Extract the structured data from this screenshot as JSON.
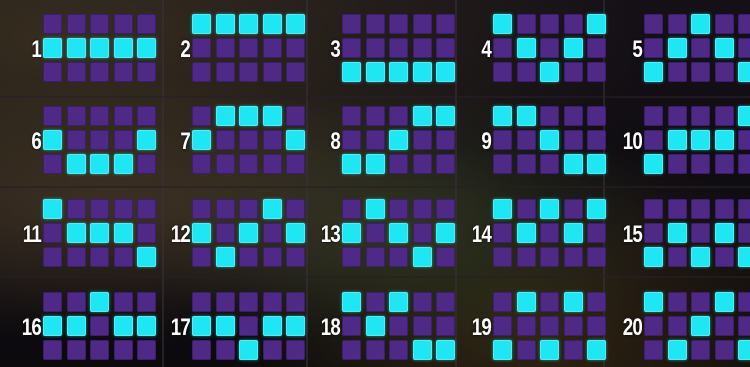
{
  "colors": {
    "active": "#1ee6f2",
    "inactive": "#4e2a86",
    "label": "#ffffff"
  },
  "paylines": [
    {
      "label": "1",
      "rows": [
        1,
        1,
        1,
        1,
        1
      ]
    },
    {
      "label": "2",
      "rows": [
        0,
        0,
        0,
        0,
        0
      ]
    },
    {
      "label": "3",
      "rows": [
        2,
        2,
        2,
        2,
        2
      ]
    },
    {
      "label": "4",
      "rows": [
        0,
        1,
        2,
        1,
        0
      ]
    },
    {
      "label": "5",
      "rows": [
        2,
        1,
        0,
        1,
        2
      ]
    },
    {
      "label": "6",
      "rows": [
        1,
        2,
        2,
        2,
        1
      ]
    },
    {
      "label": "7",
      "rows": [
        1,
        0,
        0,
        0,
        1
      ]
    },
    {
      "label": "8",
      "rows": [
        2,
        2,
        1,
        0,
        0
      ]
    },
    {
      "label": "9",
      "rows": [
        0,
        0,
        1,
        2,
        2
      ]
    },
    {
      "label": "10",
      "rows": [
        2,
        1,
        1,
        1,
        0
      ]
    },
    {
      "label": "11",
      "rows": [
        0,
        1,
        1,
        1,
        2
      ]
    },
    {
      "label": "12",
      "rows": [
        1,
        2,
        1,
        0,
        1
      ]
    },
    {
      "label": "13",
      "rows": [
        1,
        0,
        1,
        2,
        1
      ]
    },
    {
      "label": "14",
      "rows": [
        0,
        1,
        0,
        1,
        0
      ]
    },
    {
      "label": "15",
      "rows": [
        2,
        1,
        2,
        1,
        2
      ]
    },
    {
      "label": "16",
      "rows": [
        1,
        1,
        0,
        1,
        1
      ]
    },
    {
      "label": "17",
      "rows": [
        1,
        1,
        2,
        1,
        1
      ]
    },
    {
      "label": "18",
      "rows": [
        0,
        1,
        0,
        2,
        2
      ]
    },
    {
      "label": "19",
      "rows": [
        2,
        0,
        2,
        0,
        2
      ]
    },
    {
      "label": "20",
      "rows": [
        0,
        2,
        1,
        0,
        2
      ]
    }
  ]
}
